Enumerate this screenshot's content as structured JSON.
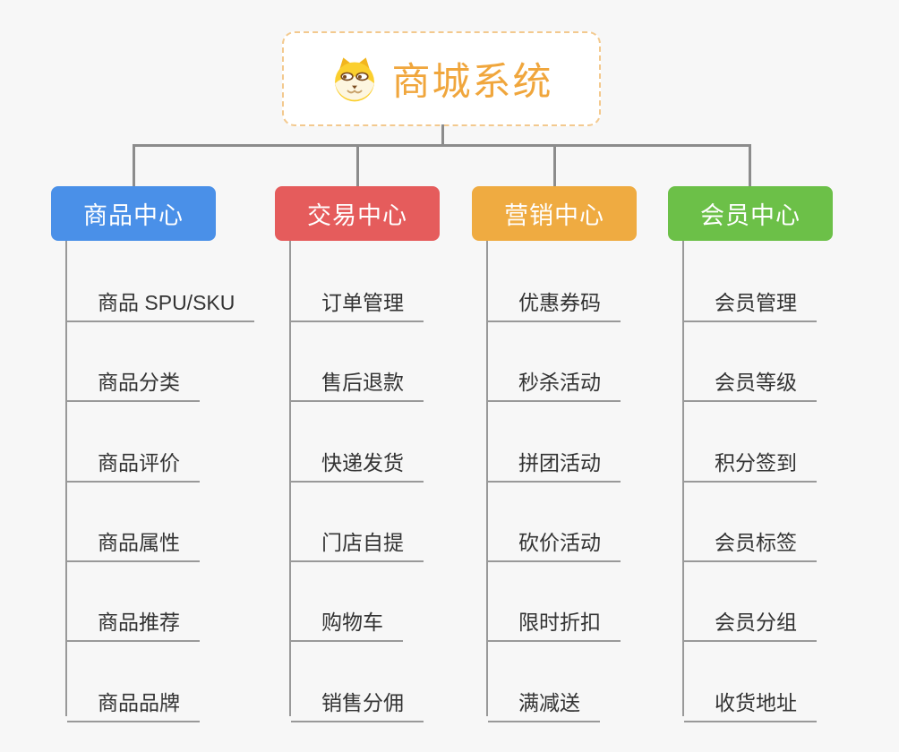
{
  "canvas": {
    "background": "#f7f7f7",
    "connector_color": "#8c8c8c",
    "leaf_line_color": "#999999",
    "leaf_text_color": "#333333"
  },
  "root": {
    "title": "商城系统",
    "icon": "shiba-dog-icon",
    "title_color": "#f0a63c",
    "border_color": "#f3c98e"
  },
  "branches": [
    {
      "label": "商品中心",
      "color": "#4a90e8",
      "children": [
        "商品 SPU/SKU",
        "商品分类",
        "商品评价",
        "商品属性",
        "商品推荐",
        "商品品牌"
      ]
    },
    {
      "label": "交易中心",
      "color": "#e55c5c",
      "children": [
        "订单管理",
        "售后退款",
        "快递发货",
        "门店自提",
        "购物车",
        "销售分佣"
      ]
    },
    {
      "label": "营销中心",
      "color": "#efab41",
      "children": [
        "优惠券码",
        "秒杀活动",
        "拼团活动",
        "砍价活动",
        "限时折扣",
        "满减送"
      ]
    },
    {
      "label": "会员中心",
      "color": "#6cc048",
      "children": [
        "会员管理",
        "会员等级",
        "积分签到",
        "会员标签",
        "会员分组",
        "收货地址"
      ]
    }
  ]
}
